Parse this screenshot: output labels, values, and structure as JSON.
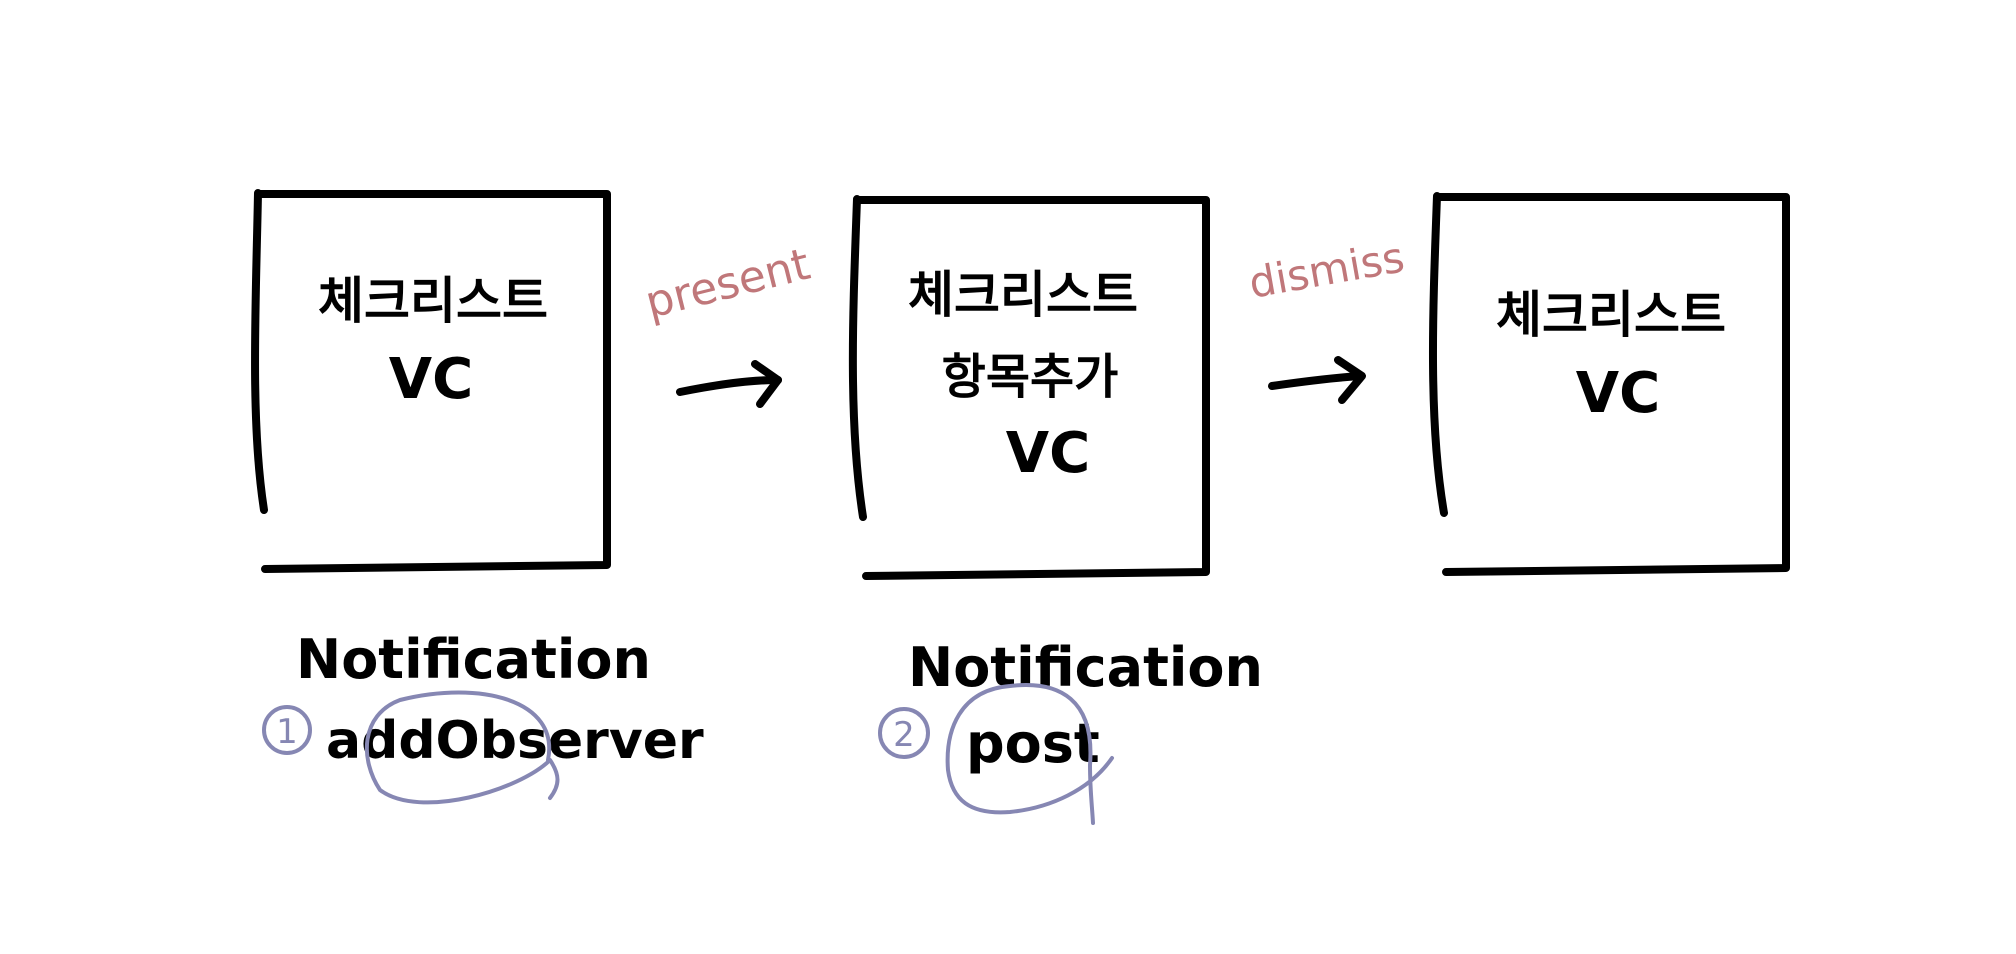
{
  "colors": {
    "ink": "#000000",
    "label": "#c0777a",
    "annotation": "#8687b3",
    "background": "#ffffff"
  },
  "screens": [
    {
      "lines": [
        "체크리스트",
        "VC"
      ]
    },
    {
      "lines": [
        "체크리스트",
        "항목추가",
        "VC"
      ]
    },
    {
      "lines": [
        "체크리스트",
        "VC"
      ]
    }
  ],
  "transitions": [
    {
      "label": "present"
    },
    {
      "label": "dismiss"
    }
  ],
  "steps": [
    {
      "number": "1",
      "title": "Notification",
      "action": "addObserver"
    },
    {
      "number": "2",
      "title": "Notification",
      "action": "post"
    }
  ]
}
